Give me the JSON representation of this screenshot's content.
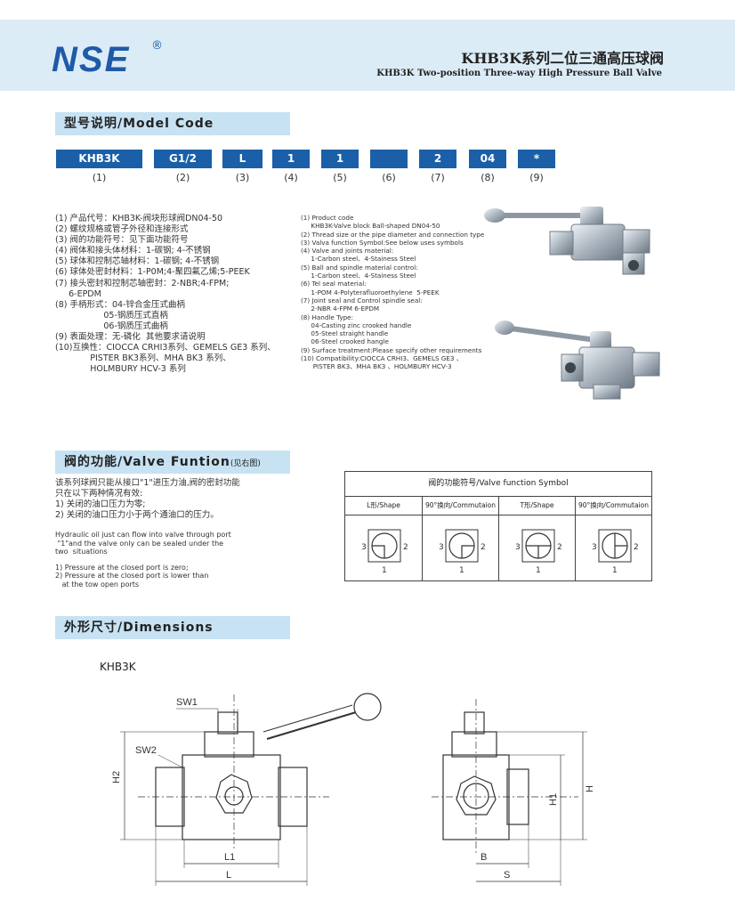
{
  "header": {
    "logo": "NSE",
    "reg_mark": "®",
    "title_cn": "KHB3K系列二位三通高压球阀",
    "title_en": "KHB3K Two-position Three-way High Pressure Ball Valve"
  },
  "model_code": {
    "heading": "型号说明/Model Code",
    "codes": [
      "KHB3K",
      "G1/2",
      "L",
      "1",
      "1",
      "",
      "2",
      "04",
      "*"
    ],
    "numbers": [
      "(1)",
      "(2)",
      "(3)",
      "(4)",
      "(5)",
      "(6)",
      "(7)",
      "(8)",
      "(9)"
    ],
    "desc_cn": [
      "(1) 产品代号：KHB3K-阀块形球阀DN04-50",
      "(2) 螺纹规格或管子外径和连接形式",
      "(3) 阀的功能符号：见下面功能符号",
      "(4) 阀体和接头体材料：1-碳钢; 4-不锈钢",
      "(5) 球体和控制芯轴材料：1-碳钢; 4-不锈钢",
      "(6) 球体处密封材料：1-P0M;4-聚四氟乙烯;5-PEEK",
      "(7) 接头密封和控制芯轴密封：2-NBR;4-FPM;",
      "     6-EPDM",
      "(8) 手柄形式：04-锌合金压式曲柄",
      "                  05-钢质压式直柄",
      "                  06-钢质压式曲柄",
      "(9) 表面处理：无-磷化  其他要求请说明",
      "(10)互换性：CIOCCA CRHI3系列、GEMELS GE3 系列、",
      "             PISTER BK3系列、MHA BK3 系列、",
      "             HOLMBURY HCV-3 系列"
    ],
    "desc_en": [
      "(1) Product code",
      "     KHB3K-Valve block Ball-shaped DN04-50",
      "(2) Thread size or the pipe diameter and connection type",
      "(3) Valva function Symbol:See below uses symbols",
      "(4) Valve and joints material:",
      "     1-Carbon steel、4-Stainess Steel",
      "(5) Ball and spindle material control:",
      "     1-Carbon steel、4-Stainess Steel",
      "(6) Tel seal material:",
      "     1-POM 4-Polyterafluoroethylene  5-PEEK",
      "(7) Joint seal and Control spindle seal:",
      "     2-NBR 4-FPM 6-EPDM",
      "(8) Handle Type:",
      "     04-Casting zinc crooked handle",
      "     05-Steel straight handle",
      "     06-Steel crooked hangle",
      "(9) Surface treatment:Please specify other requirements",
      "(10) Compatibility:CIOCCA CRHI3、GEMELS GE3 、",
      "      PISTER BK3、MHA BK3 、HOLMBURY HCV-3"
    ]
  },
  "valve_function": {
    "heading": "阀的功能/Valve Funtion",
    "heading_note": "(见右图)",
    "text_cn": [
      "该系列球阀只能从接口\"1\"进压力油,阀的密封功能",
      "只在以下两种情况有效:",
      "1) 关闭的油口压力为零;",
      "2) 关闭的油口压力小于两个通油口的压力。"
    ],
    "text_en": [
      "Hydraulic oil just can flow into valve through port",
      " \"1\"and the valve only can be sealed under the",
      "two  situations",
      "",
      "1) Pressure at the closed port is zero;",
      "2) Pressure at the closed port is lower than",
      "   at the tow open ports"
    ],
    "table_title": "阀的功能符号/Valve function Symbol",
    "symbols": [
      {
        "label": "L形/Shape",
        "type": "L"
      },
      {
        "label": "90°换向/Commutaion",
        "type": "L90"
      },
      {
        "label": "T形/Shape",
        "type": "T"
      },
      {
        "label": "90°换向/Commutaion",
        "type": "T90"
      }
    ],
    "port_labels": {
      "left": "3",
      "right": "2",
      "bottom": "1"
    }
  },
  "dimensions": {
    "heading": "外形尺寸/Dimensions",
    "model": "KHB3K",
    "front_labels": {
      "sw1": "SW1",
      "sw2": "SW2",
      "h2": "H2",
      "l1": "L1",
      "l": "L"
    },
    "side_labels": {
      "h": "H",
      "h1": "H1",
      "b": "B",
      "s": "S"
    }
  }
}
